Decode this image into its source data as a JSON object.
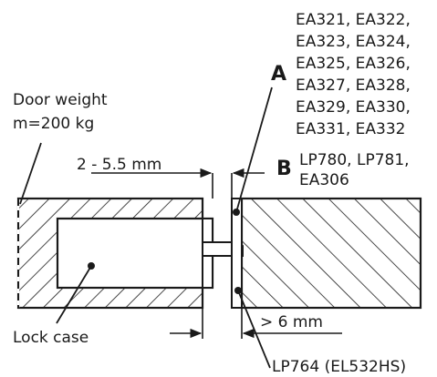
{
  "door": {
    "weight_line1": "Door weight",
    "weight_line2": "m=200 kg"
  },
  "gap": {
    "range_label": "2  - 5.5 mm",
    "min_label": "> 6 mm"
  },
  "lock_case": {
    "label": "Lock case"
  },
  "group_a": {
    "letter": "A",
    "lines": [
      "EA321, EA322,",
      "EA323, EA324,",
      "EA325, EA326,",
      "EA327, EA328,",
      "EA329, EA330,",
      "EA331, EA332"
    ]
  },
  "group_b": {
    "letter": "B",
    "lines": [
      "LP780, LP781,",
      "EA306"
    ]
  },
  "bottom_part": {
    "label": "LP764 (EL532HS)"
  }
}
